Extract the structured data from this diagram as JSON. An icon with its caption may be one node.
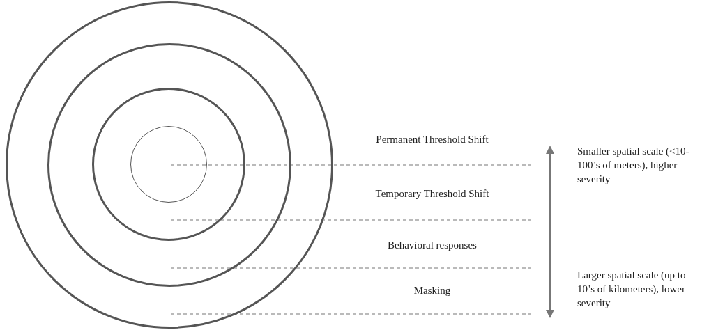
{
  "diagram": {
    "nodes": [
      {
        "text": [],
        "shape": "circle"
      },
      {
        "text": [],
        "shape": "circle",
        "in": 0
      },
      {
        "text": [],
        "shape": "circle",
        "in": 1
      },
      {
        "text": [],
        "shape": "circle",
        "in": 2
      }
    ],
    "labels": [
      "Permanent Threshold Shift",
      "Smaller spatial scale (<10-100’s of meters), higher severity",
      "Temporary Threshold Shift",
      "Behavioral responses",
      "Larger spatial scale (up to 10’s of kilometers), lower severity",
      "Masking"
    ]
  }
}
